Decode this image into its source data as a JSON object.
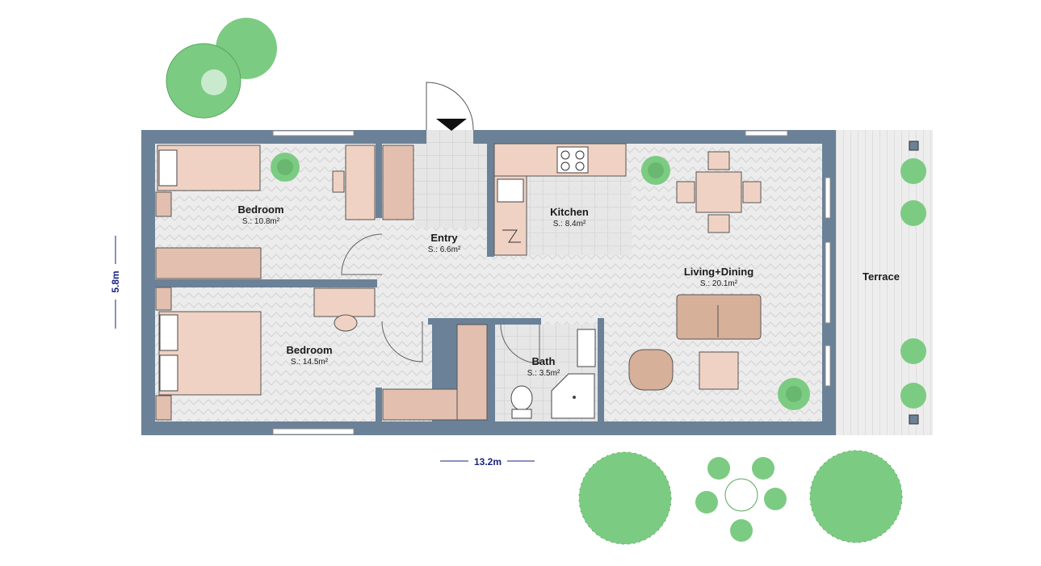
{
  "rooms": [
    {
      "name": "Bedroom",
      "area": "S.: 10.8m²"
    },
    {
      "name": "Bedroom",
      "area": "S.: 14.5m²"
    },
    {
      "name": "Entry",
      "area": "S.: 6.6m²"
    },
    {
      "name": "Kitchen",
      "area": "S.: 8.4m²"
    },
    {
      "name": "Living+Dining",
      "area": "S.: 20.1m²"
    },
    {
      "name": "Bath",
      "area": "S.: 3.5m²"
    }
  ],
  "terrace": {
    "name": "Terrace"
  },
  "dimensions": {
    "width": "13.2m",
    "height": "5.8m"
  },
  "colors": {
    "wall": "#6b8197",
    "floor": "#e9e9e9",
    "furniture": "#f0d2c4",
    "plant": "#7ccb82",
    "dimension": "#1a237e"
  }
}
